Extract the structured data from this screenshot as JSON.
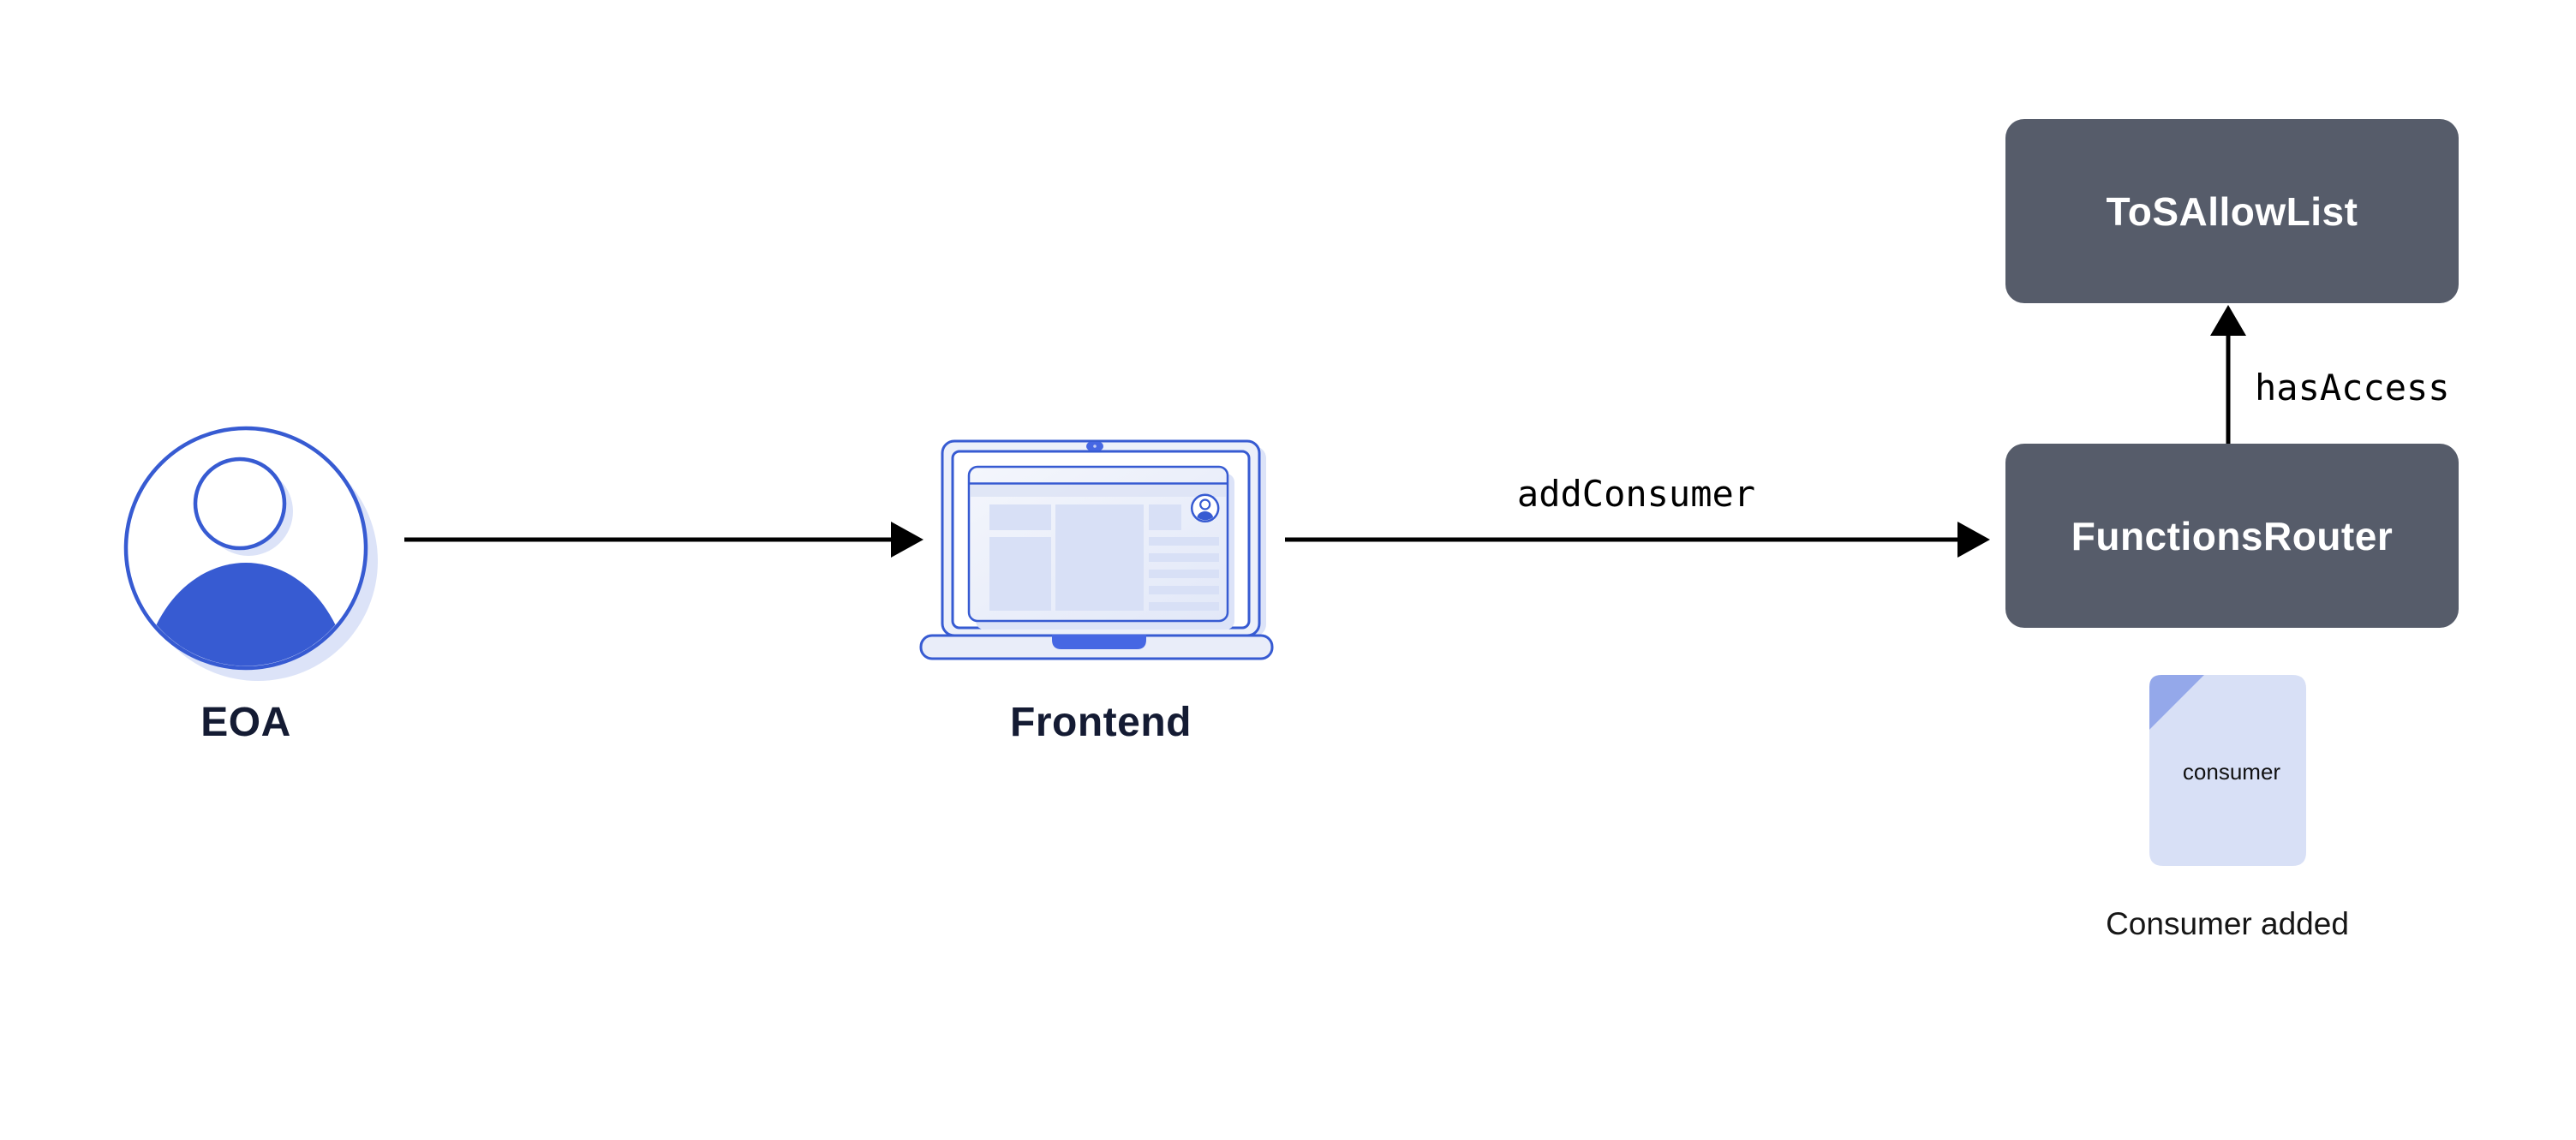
{
  "nodes": {
    "eoa": {
      "label": "EOA"
    },
    "frontend": {
      "label": "Frontend"
    },
    "functions_router": {
      "label": "FunctionsRouter"
    },
    "tos_allow_list": {
      "label": "ToSAllowList"
    }
  },
  "edges": {
    "frontend_to_router": {
      "label": "addConsumer"
    },
    "router_to_allowlist": {
      "label": "hasAccess"
    }
  },
  "artifact": {
    "label": "consumer",
    "caption": "Consumer added"
  },
  "icons": {
    "eoa": "user-avatar-icon",
    "frontend": "laptop-icon",
    "artifact": "document-icon"
  },
  "colors": {
    "accent_blue": "#375BD2",
    "accent_blue_bright": "#4667E3",
    "lavender_fill": "#D8E0F6",
    "lavender_soft": "#ECF0FA",
    "lavender_shadow": "#DCE3F8",
    "flap_blue": "#94A8EA",
    "slate_box": "#565C6A",
    "ink_navy": "#141B33",
    "arrow_black": "#000000",
    "background": "#FFFFFF"
  }
}
